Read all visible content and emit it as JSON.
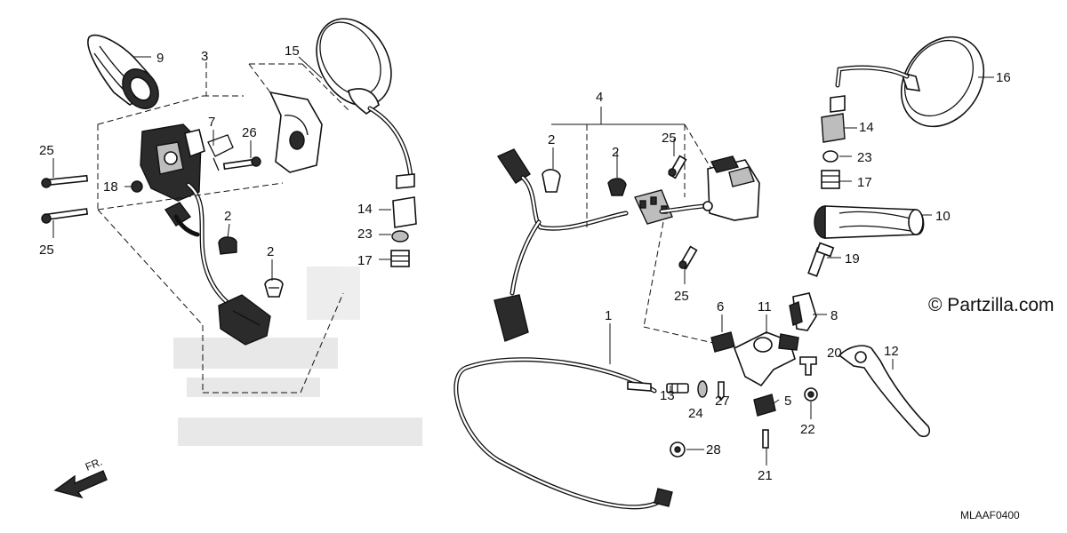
{
  "diagram": {
    "watermark_brand": "© Partzilla.com",
    "diagram_code": "MLAAF0400",
    "front_arrow_label": "FR.",
    "callouts": [
      {
        "id": "c9",
        "text": "9"
      },
      {
        "id": "c3",
        "text": "3"
      },
      {
        "id": "c15",
        "text": "15"
      },
      {
        "id": "c7",
        "text": "7"
      },
      {
        "id": "c26",
        "text": "26"
      },
      {
        "id": "c25a",
        "text": "25"
      },
      {
        "id": "c18",
        "text": "18"
      },
      {
        "id": "c25b",
        "text": "25"
      },
      {
        "id": "c2a",
        "text": "2"
      },
      {
        "id": "c2b",
        "text": "2"
      },
      {
        "id": "c14a",
        "text": "14"
      },
      {
        "id": "c23a",
        "text": "23"
      },
      {
        "id": "c17a",
        "text": "17"
      },
      {
        "id": "c4",
        "text": "4"
      },
      {
        "id": "c2c",
        "text": "2"
      },
      {
        "id": "c2d",
        "text": "2"
      },
      {
        "id": "c25c",
        "text": "25"
      },
      {
        "id": "c25d",
        "text": "25"
      },
      {
        "id": "c16",
        "text": "16"
      },
      {
        "id": "c14b",
        "text": "14"
      },
      {
        "id": "c23b",
        "text": "23"
      },
      {
        "id": "c17b",
        "text": "17"
      },
      {
        "id": "c10",
        "text": "10"
      },
      {
        "id": "c19",
        "text": "19"
      },
      {
        "id": "c8",
        "text": "8"
      },
      {
        "id": "c6",
        "text": "6"
      },
      {
        "id": "c11",
        "text": "11"
      },
      {
        "id": "c1",
        "text": "1"
      },
      {
        "id": "c20",
        "text": "20"
      },
      {
        "id": "c12",
        "text": "12"
      },
      {
        "id": "c13",
        "text": "13"
      },
      {
        "id": "c27",
        "text": "27"
      },
      {
        "id": "c24",
        "text": "24"
      },
      {
        "id": "c5",
        "text": "5"
      },
      {
        "id": "c22",
        "text": "22"
      },
      {
        "id": "c28",
        "text": "28"
      },
      {
        "id": "c21",
        "text": "21"
      }
    ]
  }
}
